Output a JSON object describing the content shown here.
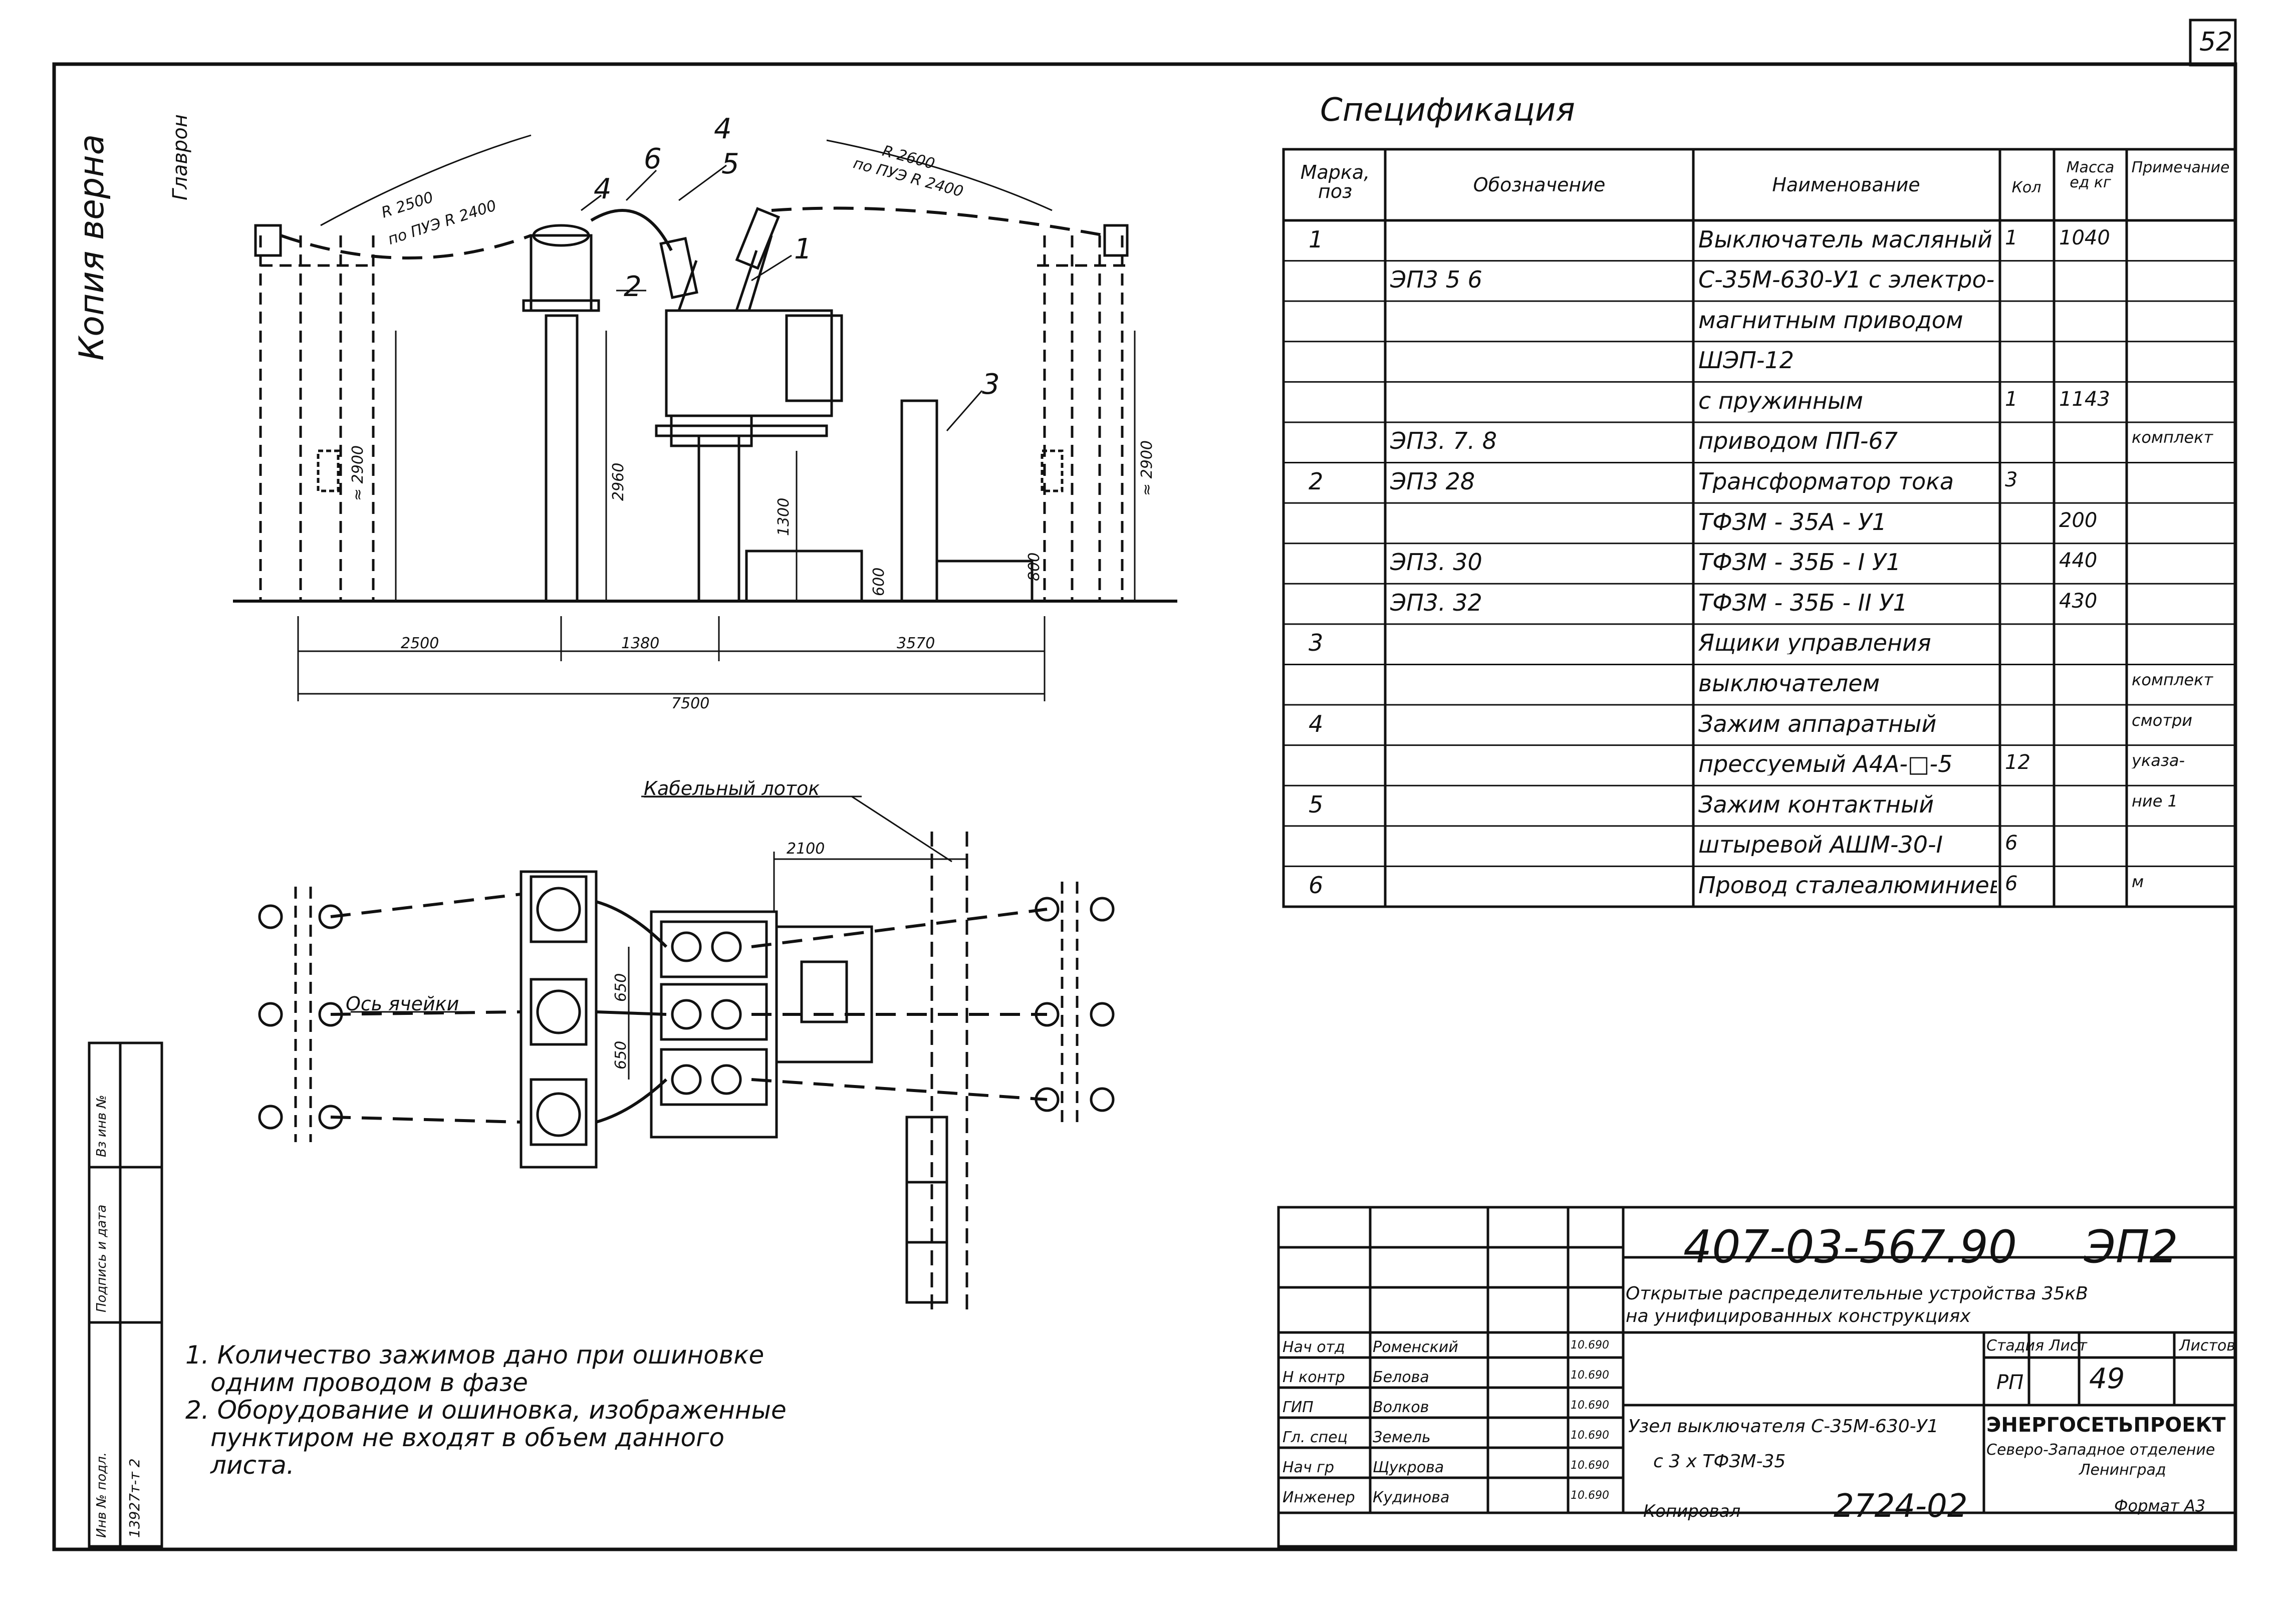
{
  "sheet_number": "52",
  "side_labels": {
    "copy_verified": "Копия верна",
    "signature": "Главрон"
  },
  "specification": {
    "title": "Спецификация",
    "headers": [
      "Марка, поз",
      "Обозначение",
      "Наименование",
      "Кол",
      "Масса ед кг",
      "Примечание"
    ],
    "rows": [
      [
        "1",
        "",
        "Выключатель масляный",
        "1",
        "1040",
        ""
      ],
      [
        "",
        "ЭП3 5 6",
        "С-35М-630-У1 с электро-",
        "",
        "",
        ""
      ],
      [
        "",
        "",
        "магнитным приводом",
        "",
        "",
        ""
      ],
      [
        "",
        "",
        "ШЭП-12",
        "",
        "",
        ""
      ],
      [
        "",
        "",
        "с пружинным",
        "1",
        "1143",
        ""
      ],
      [
        "",
        "ЭП3. 7. 8",
        "приводом ПП-67",
        "",
        "",
        "комплект"
      ],
      [
        "2",
        "ЭП3 28",
        "Трансформатор тока",
        "3",
        "",
        ""
      ],
      [
        "",
        "",
        "ТФЗМ - 35А - У1",
        "",
        "200",
        ""
      ],
      [
        "",
        "ЭП3. 30",
        "ТФЗМ - 35Б - I У1",
        "",
        "440",
        ""
      ],
      [
        "",
        "ЭП3. 32",
        "ТФЗМ - 35Б - II У1",
        "",
        "430",
        ""
      ],
      [
        "3",
        "",
        "Ящики управления",
        "",
        "",
        ""
      ],
      [
        "",
        "",
        "выключателем",
        "",
        "",
        "комплект"
      ],
      [
        "4",
        "",
        "Зажим аппаратный",
        "",
        "",
        "смотри"
      ],
      [
        "",
        "",
        "прессуемый А4А-□-5",
        "12",
        "",
        "указа-"
      ],
      [
        "5",
        "",
        "Зажим контактный",
        "",
        "",
        "ние 1"
      ],
      [
        "",
        "",
        "штыревой АШМ-30-I",
        "6",
        "",
        ""
      ],
      [
        "6",
        "",
        "Провод сталеалюминиевый",
        "6",
        "",
        "м"
      ]
    ]
  },
  "elevation_view": {
    "dims": {
      "r_left": "R 2500",
      "r_left_sub": "по ПУЭ R 2400",
      "r_right": "R 2600",
      "r_right_sub": "по ПУЭ R 2400",
      "h_left": "≈ 2900",
      "h_mid": "2960",
      "h_breaker": "1300",
      "h_small": "600",
      "h_small2": "800",
      "h_right": "≈ 2900",
      "w1": "2500",
      "w2": "1380",
      "w3": "3570",
      "total": "7500"
    },
    "callouts": [
      "1",
      "2",
      "3",
      "4",
      "4",
      "5",
      "6"
    ]
  },
  "plan_view": {
    "cable_channel": "Кабельный лоток",
    "axis": "Ось ячейки",
    "dims": {
      "top": "2100",
      "phase1": "650",
      "phase2": "650"
    }
  },
  "notes": [
    "1.  Количество зажимов дано при ошиновке",
    "одним проводом в  фазе",
    "2.  Оборудование и ошиновка, изображенные",
    "пунктиром не входят в объем данного",
    "листа."
  ],
  "title_block": {
    "code": "407-03-567.90",
    "sheet_code": "ЭП2",
    "project_title_1": "Открытые распределительные устройства 35кВ",
    "project_title_2": "на унифицированных конструкциях",
    "drawing_title_1": "Узел выключателя С-35М-630-У1",
    "drawing_title_2": "с 3 х ТФЗМ-35",
    "stage_label": "Стадия",
    "sheet_label": "Лист",
    "sheets_label": "Листов",
    "stage": "РП",
    "sheet": "49",
    "org_name": "ЭНЕРГОСЕТЬПРОЕКТ",
    "org_sub_1": "Северо-Западное отделение",
    "org_sub_2": "Ленинград",
    "staff": [
      {
        "role": "Нач отд",
        "name": "Роменский",
        "date": "10.690"
      },
      {
        "role": "Н контр",
        "name": "Белова",
        "date": "10.690"
      },
      {
        "role": "ГИП",
        "name": "Волков",
        "date": "10.690"
      },
      {
        "role": "Гл. спец",
        "name": "Земель",
        "date": "10.690"
      },
      {
        "role": "Нач гр",
        "name": "Щукрова",
        "date": "10.690"
      },
      {
        "role": "Инженер",
        "name": "Кудинова",
        "date": "10.690"
      }
    ],
    "copied": "Копировал",
    "copy_number": "2724-02",
    "format": "Формат А3"
  },
  "left_strip": {
    "col1": "Инв № подл.",
    "col2": "Подпись и дата",
    "col3": "Вз инв №",
    "value": "13927т-т 2"
  }
}
